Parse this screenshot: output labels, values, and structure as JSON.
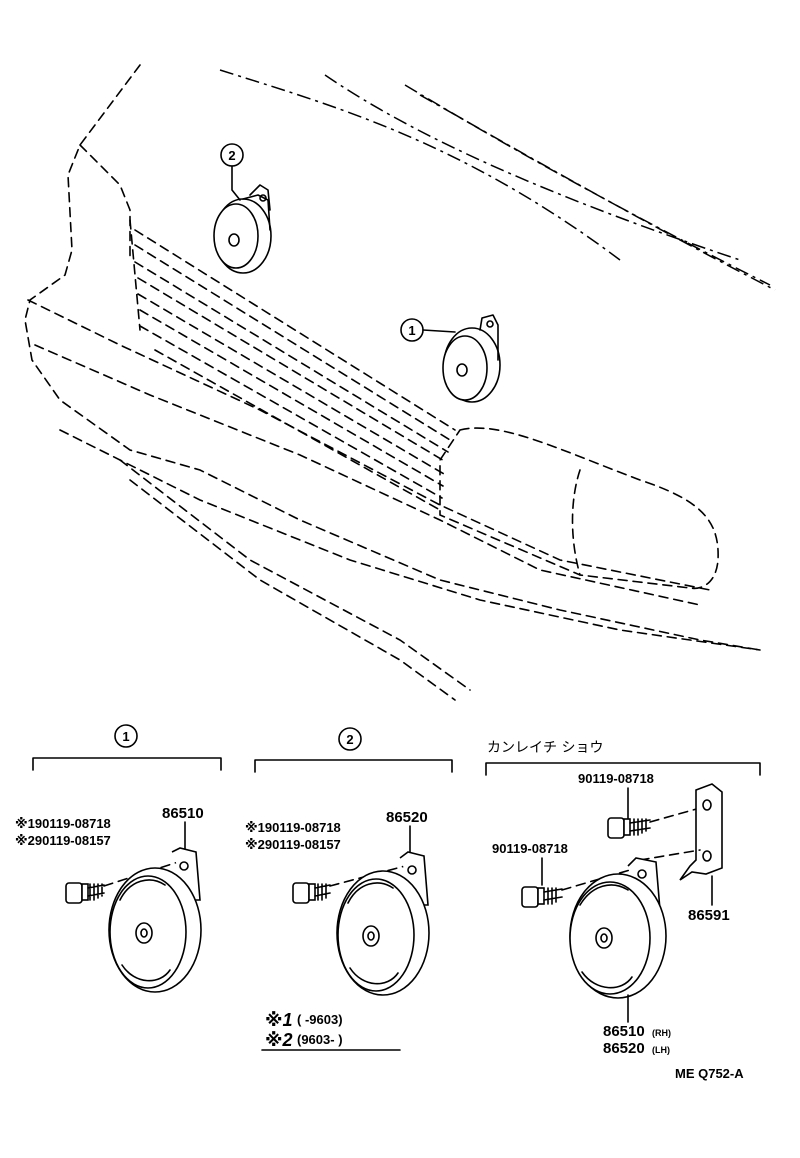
{
  "callouts": {
    "one": "1",
    "two": "2"
  },
  "groups": {
    "group1": {
      "index": "1",
      "note1": "※190119-08718",
      "note2": "※290119-08157",
      "part": "86510"
    },
    "group2": {
      "index": "2",
      "note1": "※190119-08718",
      "note2": "※290119-08157",
      "part": "86520"
    },
    "group3": {
      "header": "カンレイチ ショウ",
      "bolt_top": "90119-08718",
      "bolt_left": "90119-08718",
      "bracket": "86591",
      "horn_rh": "86510",
      "horn_rh_suffix": "(RH)",
      "horn_lh": "86520",
      "horn_lh_suffix": "(LH)"
    }
  },
  "legend": {
    "mark1": "※1",
    "range1": "(         -9603)",
    "mark2": "※2",
    "range2": "(9603-          )"
  },
  "figure_id": "ME Q752-A"
}
